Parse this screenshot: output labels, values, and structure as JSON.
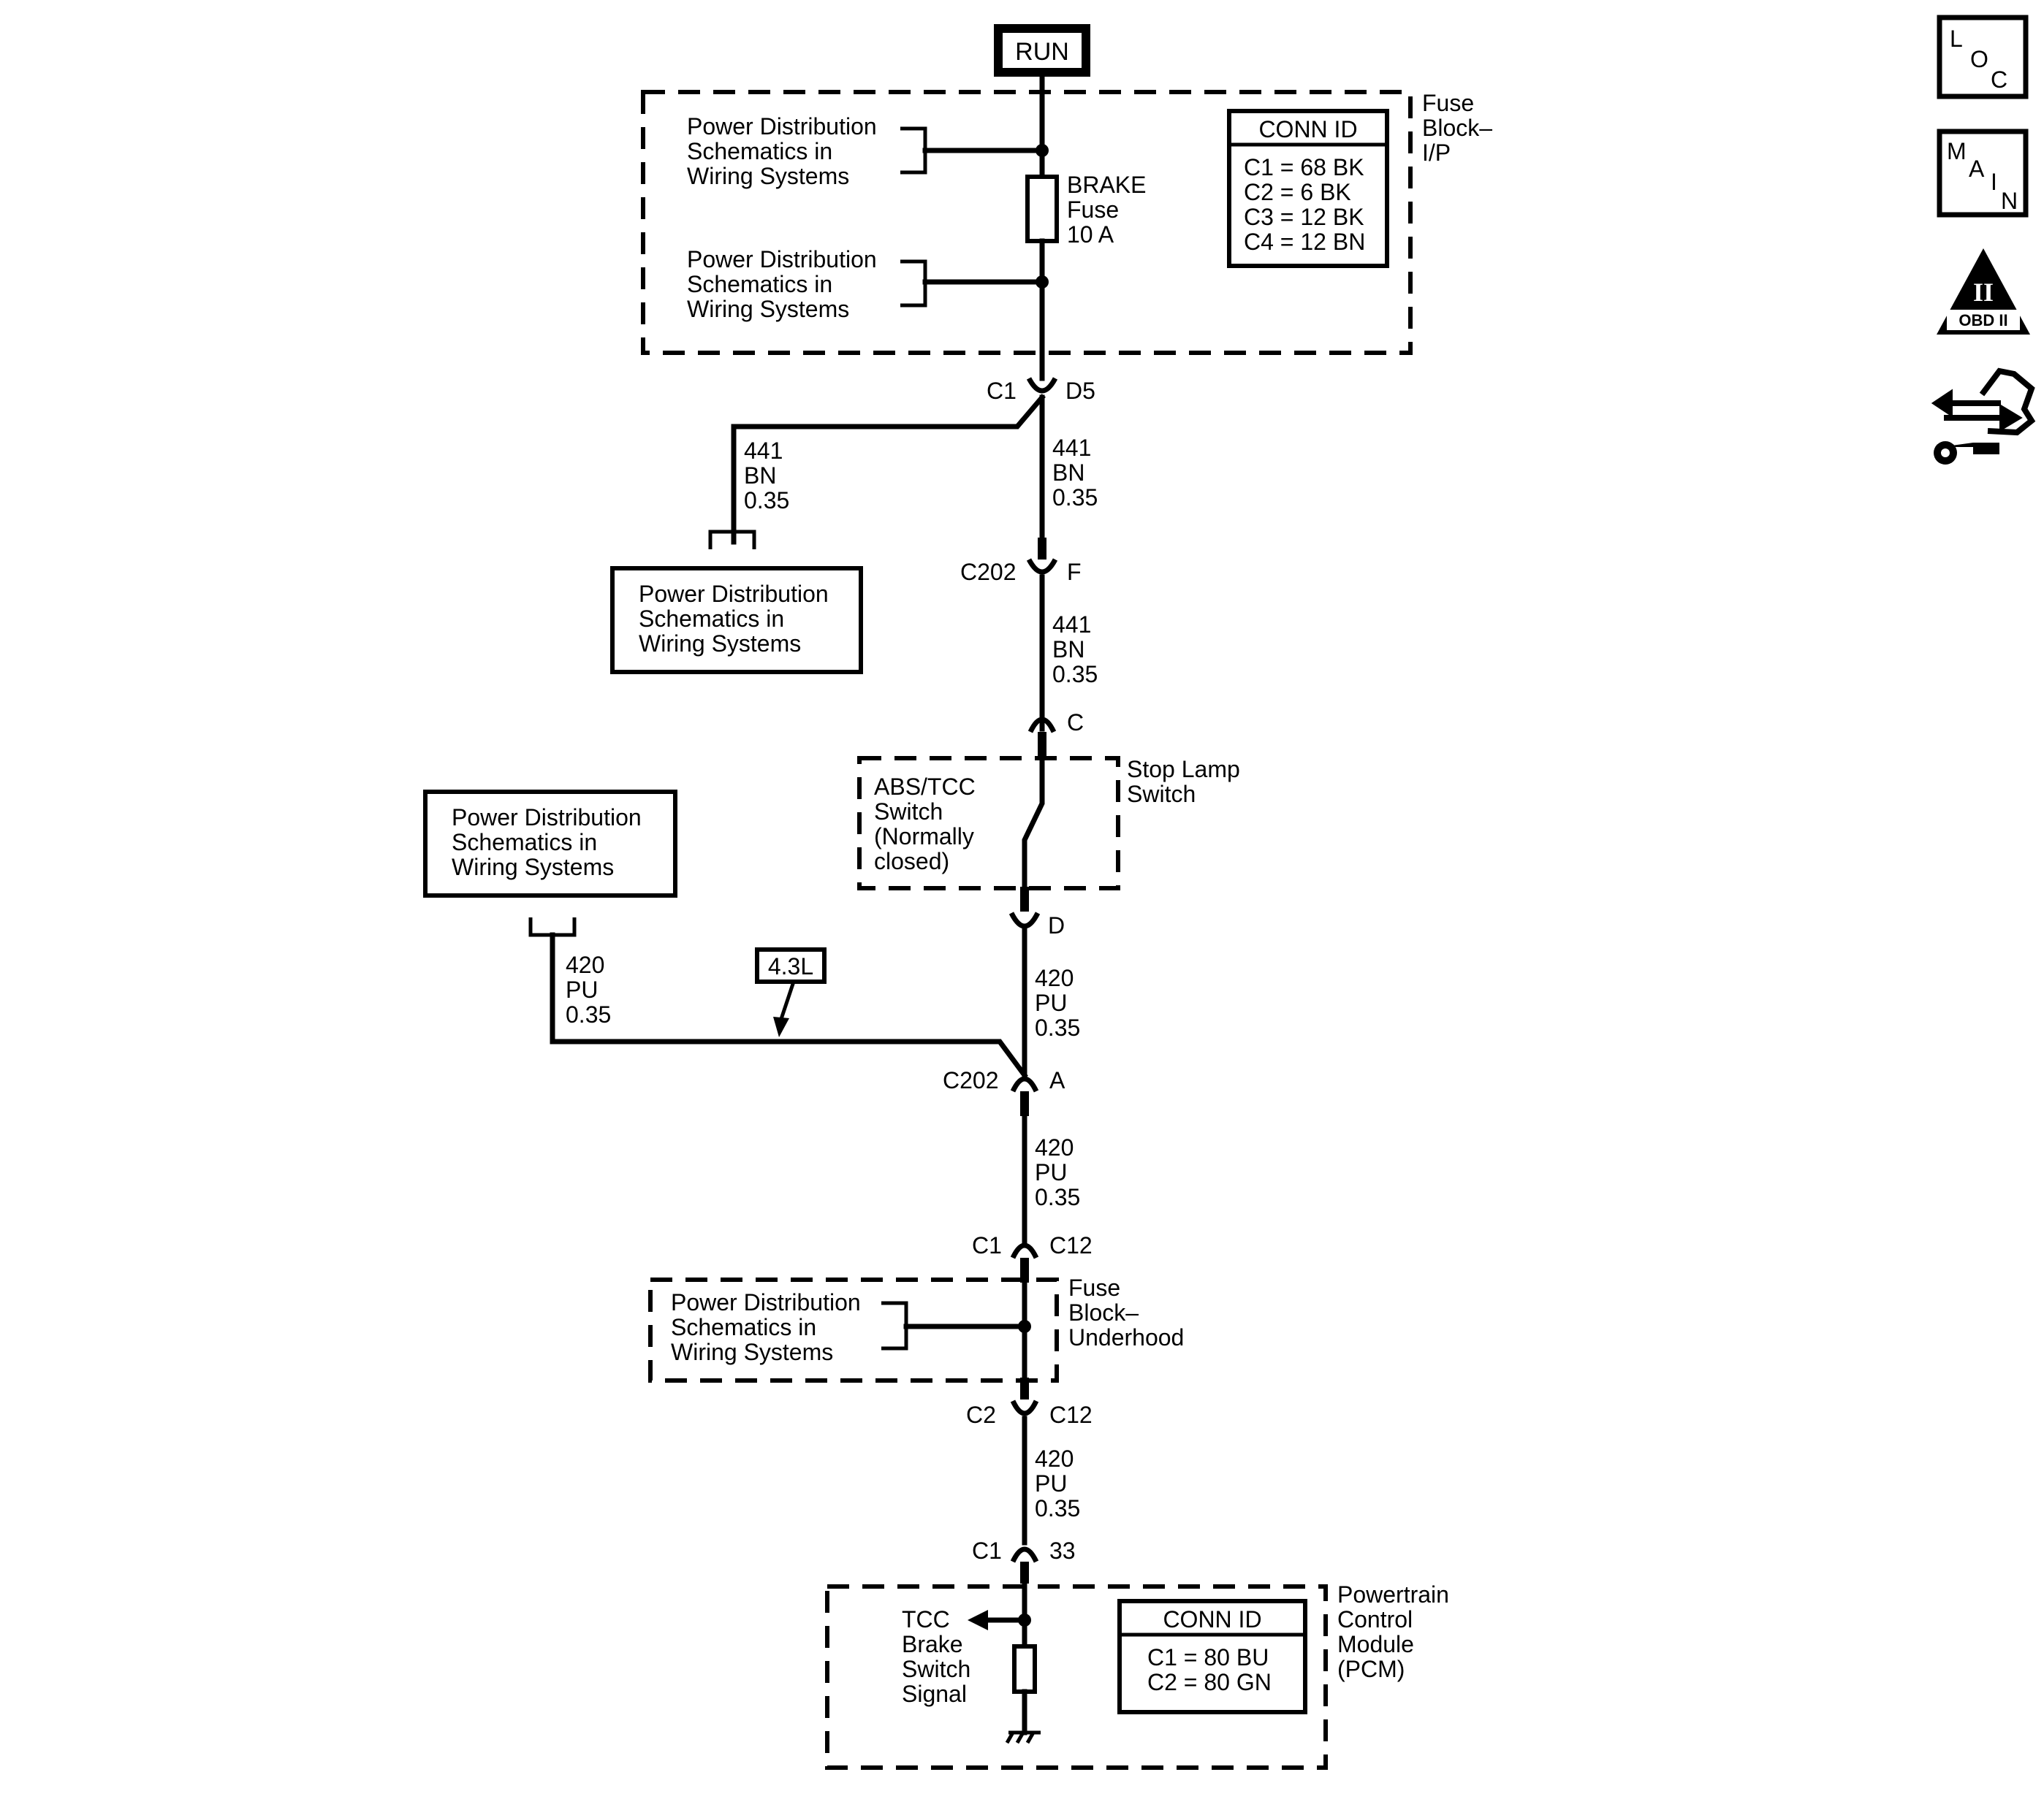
{
  "run": "RUN",
  "pd": {
    "line1": "Power Distribution",
    "line2": "Schematics in",
    "line3": "Wiring Systems"
  },
  "fuse_block_ip": {
    "line1": "Fuse",
    "line2": "Block–",
    "line3": "I/P"
  },
  "fuse_block_uh": {
    "line1": "Fuse",
    "line2": "Block–",
    "line3": "Underhood"
  },
  "brake_fuse": {
    "line1": "BRAKE",
    "line2": "Fuse",
    "line3": "10 A"
  },
  "conn_id_ip": {
    "title": "CONN ID",
    "rows": [
      "C1 = 68 BK",
      "C2 = 6 BK",
      "C3 = 12 BK",
      "C4 = 12 BN"
    ]
  },
  "conn_id_pcm": {
    "title": "CONN ID",
    "rows": [
      "C1 = 80 BU",
      "C2 = 80 GN"
    ]
  },
  "wire_441": {
    "circuit": "441",
    "color": "BN",
    "gauge": "0.35"
  },
  "wire_420": {
    "circuit": "420",
    "color": "PU",
    "gauge": "0.35"
  },
  "connectors": {
    "c1": "C1",
    "d5": "D5",
    "c202": "C202",
    "f": "F",
    "c": "C",
    "d": "D",
    "a": "A",
    "c12": "C12",
    "c2": "C2",
    "pin33": "33"
  },
  "stop_lamp_switch": {
    "line1": "Stop Lamp",
    "line2": "Switch",
    "desc1": "ABS/TCC",
    "desc2": "Switch",
    "desc3": "(Normally",
    "desc4": "closed)"
  },
  "engine_option": "4.3L",
  "pcm": {
    "line1": "Powertrain",
    "line2": "Control",
    "line3": "Module",
    "line4": "(PCM)"
  },
  "tcc": {
    "line1": "TCC",
    "line2": "Brake",
    "line3": "Switch",
    "line4": "Signal"
  },
  "side_icons": {
    "loc": {
      "l": "L",
      "o": "O",
      "c": "C"
    },
    "main": {
      "m": "M",
      "a": "A",
      "i": "I",
      "n": "N"
    },
    "obd": {
      "numeral": "II",
      "label": "OBD II"
    },
    "icons": [
      "loc-icon",
      "main-icon",
      "obd-ii-icon",
      "connector-tool-icon"
    ]
  }
}
